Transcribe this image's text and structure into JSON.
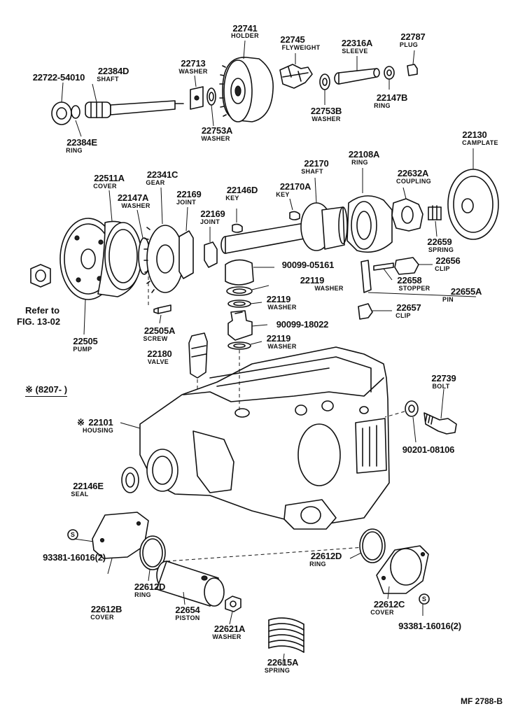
{
  "parts": [
    {
      "id": "p22741",
      "number": "22741",
      "name": "HOLDER"
    },
    {
      "id": "p22745",
      "number": "22745",
      "name": "FLYWEIGHT"
    },
    {
      "id": "p22316A",
      "number": "22316A",
      "name": "SLEEVE"
    },
    {
      "id": "p22787",
      "number": "22787",
      "name": "PLUG"
    },
    {
      "id": "p22722",
      "number": "22722-54010",
      "name": ""
    },
    {
      "id": "p22384D",
      "number": "22384D",
      "name": "SHAFT"
    },
    {
      "id": "p22713",
      "number": "22713",
      "name": "WASHER"
    },
    {
      "id": "p22147B",
      "number": "22147B",
      "name": "RING"
    },
    {
      "id": "p22753B",
      "number": "22753B",
      "name": "WASHER"
    },
    {
      "id": "p22753A",
      "number": "22753A",
      "name": "WASHER"
    },
    {
      "id": "p22384E",
      "number": "22384E",
      "name": "RING"
    },
    {
      "id": "p22130",
      "number": "22130",
      "name": "CAMPLATE"
    },
    {
      "id": "p22170",
      "number": "22170",
      "name": "SHAFT"
    },
    {
      "id": "p22108A",
      "number": "22108A",
      "name": "RING"
    },
    {
      "id": "p22511A",
      "number": "22511A",
      "name": "COVER"
    },
    {
      "id": "p22341C",
      "number": "22341C",
      "name": "GEAR"
    },
    {
      "id": "p22146D",
      "number": "22146D",
      "name": "KEY"
    },
    {
      "id": "p22170A",
      "number": "22170A",
      "name": "KEY"
    },
    {
      "id": "p22632A",
      "number": "22632A",
      "name": "COUPLING"
    },
    {
      "id": "p22147A",
      "number": "22147A",
      "name": "WASHER"
    },
    {
      "id": "p22169a",
      "number": "22169",
      "name": "JOINT"
    },
    {
      "id": "p22169b",
      "number": "22169",
      "name": "JOINT"
    },
    {
      "id": "p22659",
      "number": "22659",
      "name": "SPRING"
    },
    {
      "id": "p22656",
      "number": "22656",
      "name": "CLIP"
    },
    {
      "id": "p9009905161",
      "number": "90099-05161",
      "name": ""
    },
    {
      "id": "p22658",
      "number": "22658",
      "name": "STOPPER"
    },
    {
      "id": "p22119a",
      "number": "22119",
      "name": "WASHER"
    },
    {
      "id": "p22655A",
      "number": "22655A",
      "name": "PIN"
    },
    {
      "id": "p22119b",
      "number": "22119",
      "name": "WASHER"
    },
    {
      "id": "p22657",
      "number": "22657",
      "name": "CLIP"
    },
    {
      "id": "p9009918022",
      "number": "90099-18022",
      "name": ""
    },
    {
      "id": "p22505A",
      "number": "22505A",
      "name": "SCREW"
    },
    {
      "id": "p22119c",
      "number": "22119",
      "name": "WASHER"
    },
    {
      "id": "p22505",
      "number": "22505",
      "name": "PUMP"
    },
    {
      "id": "p22180",
      "number": "22180",
      "name": "VALVE"
    },
    {
      "id": "p22739",
      "number": "22739",
      "name": "BOLT"
    },
    {
      "id": "p22101",
      "number": "22101",
      "name": "HOUSING"
    },
    {
      "id": "p9020108106",
      "number": "90201-08106",
      "name": ""
    },
    {
      "id": "p22146E",
      "number": "22146E",
      "name": "SEAL"
    },
    {
      "id": "p9338116016a",
      "number": "93381-16016(2)",
      "name": ""
    },
    {
      "id": "p22612D1",
      "number": "22612D",
      "name": "RING"
    },
    {
      "id": "p22612D2",
      "number": "22612D",
      "name": "RING"
    },
    {
      "id": "p22612B",
      "number": "22612B",
      "name": "COVER"
    },
    {
      "id": "p22654",
      "number": "22654",
      "name": "PISTON"
    },
    {
      "id": "p22612C",
      "number": "22612C",
      "name": "COVER"
    },
    {
      "id": "p22621A",
      "number": "22621A",
      "name": "WASHER"
    },
    {
      "id": "p9338116016b",
      "number": "93381-16016(2)",
      "name": ""
    },
    {
      "id": "p22615A",
      "number": "22615A",
      "name": "SPRING"
    }
  ],
  "notes": {
    "refer_line1": "Refer to",
    "refer_line2": "FIG. 13-02",
    "serial_note": "※ (8207-      )",
    "housing_asterisk": "※",
    "figure_code": "MF 2788-B",
    "s_mark": "S"
  }
}
